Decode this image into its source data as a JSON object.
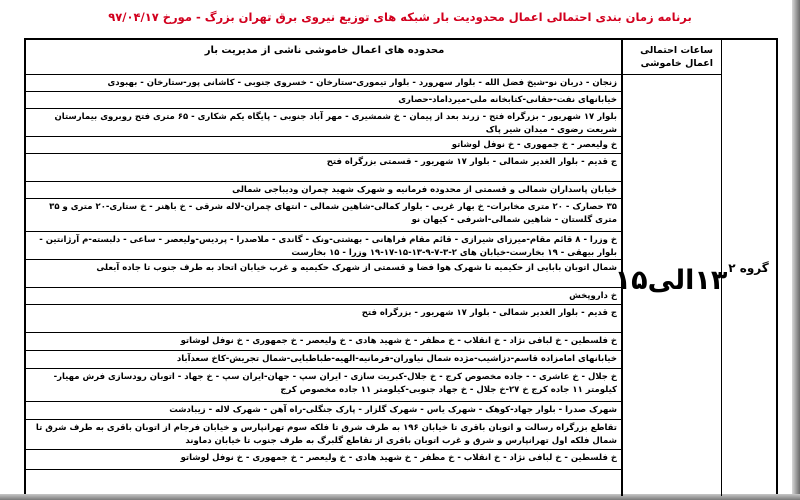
{
  "title": "برنامه زمان بندی احتمالی اعمال محدودیت بار شبکه های توزیع نیروی برق تهران بزرگ - مورخ ۹۷/۰۴/۱۷",
  "table": {
    "group_label": "گروه ۲",
    "time_header": "ساعات احتمالی اعمال خاموشی",
    "time_value": "۱۳الی۱۵",
    "area_header": "محدوده های اعمال خاموشی ناشی از مدیریت بار",
    "rows": [
      "زنجان - دربان نو-شیخ فضل الله - بلوار سهرورد - بلوار تیموری-ستارخان - خسروی جنوبی - کاشانی پور-ستارخان - بهبودی",
      "خیابانهای نفت-حقانی-کتابخانه ملی-میرداماد-حصاری",
      "بلوار ۱۷ شهریور - بزرگراه فتح - زرند بعد از پیمان - خ شمشیری - مهر آباد جنوبی - پایگاه یکم شکاری - ۶۵ متری فتح روبروی بیمارستان شریعت رضوی - میدان شیر پاک",
      "خ ولیعصر - خ جمهوری - خ نوفل لوشاتو",
      "ج قدیم - بلوار الغدیر شمالی - بلوار ۱۷ شهریور - قسمتی بزرگراه فتح",
      "خیابان پاسداران شمالی و قسمتی از محدوده فرمانیه و شهرک شهید چمران ودیباجی شمالی",
      "۳۵ حصارک - ۲۰ متری مخابرات- خ بهار غربی - بلوار کمالی-شاهین شمالی - انتهای چمران-لاله شرقی - خ باهنر - خ ستاری-۲۰ متری و ۳۵ متری گلستان - شاهین شمالی-اشرفی - کیهان نو",
      "خ وزرا - ۸ قائم مقام-میرزای شیرازی - قائم مقام فراهانی - بهشتی-ونک - گاندی - ملاصدرا - پردیس-ولیعصر - ساعی - دلبسته-م آرژانتین - بلوار بیهقی - ۱۹ بخارست-خیابان های ۲-۳-۷-۹-۱۳-۱۵-۱۷-۱۹ وزرا - ۱۵ بخارست",
      "شمال اتوبان بابایی از حکیمیه تا شهرک هوا فضا و قسمتی از شهرک حکیمیه و غرب خیابان اتحاد به طرف جنوب تا جاده آبعلی",
      "خ داروپخش",
      "ج قدیم - بلوار الغدیر شمالی - بلوار ۱۷ شهریور - بزرگراه فتح",
      "خ فلسطین - خ لبافی نژاد - خ انقلاب - خ مظفر - خ شهید هادی - خ ولیعصر - خ جمهوری - خ نوفل لوشاتو",
      "خیابانهای امامزاده قاسم-دزاشیب-مژده شمال نیاوران-فرمانیه-الهیه-طباطبایی-شمال تجریش-کاخ سعدآباد",
      "خ جلال - خ عاشری - - جاده مخصوص کرج - خ جلال-کبریت سازی - ایران سپ - جهان-ایران سپ - خ جهاد - اتوبان رودسازی فرش مهیار-کیلومتر ۱۱ جاده کرج خ ۲۷-خ جلال - خ جهاد جنوبی-کیلومتر ۱۱ جاده مخصوص کرج",
      "شهرک صدرا - بلوار جهاد-کوهک - شهرک یاس - شهرک گلزار - پارک جنگلی-راه آهن - شهرک لاله - زیبادشت",
      "تقاطع بزرگراه رسالت و اتوبان باقری تا خیابان ۱۹۶ به طرف شرق تا فلکه سوم تهرانپارس و خیابان فرجام از اتوبان باقری به طرف شرق تا شمال فلکه اول تهرانپارس و شرق و غرب اتوبان باقری از تقاطع گلبرگ به طرف جنوب تا خیابان دماوند",
      "خ فلسطین - خ لبافی نژاد - خ انقلاب - خ مظفر - خ شهید هادی - خ ولیعصر - خ جمهوری - خ نوفل لوشاتو"
    ]
  }
}
